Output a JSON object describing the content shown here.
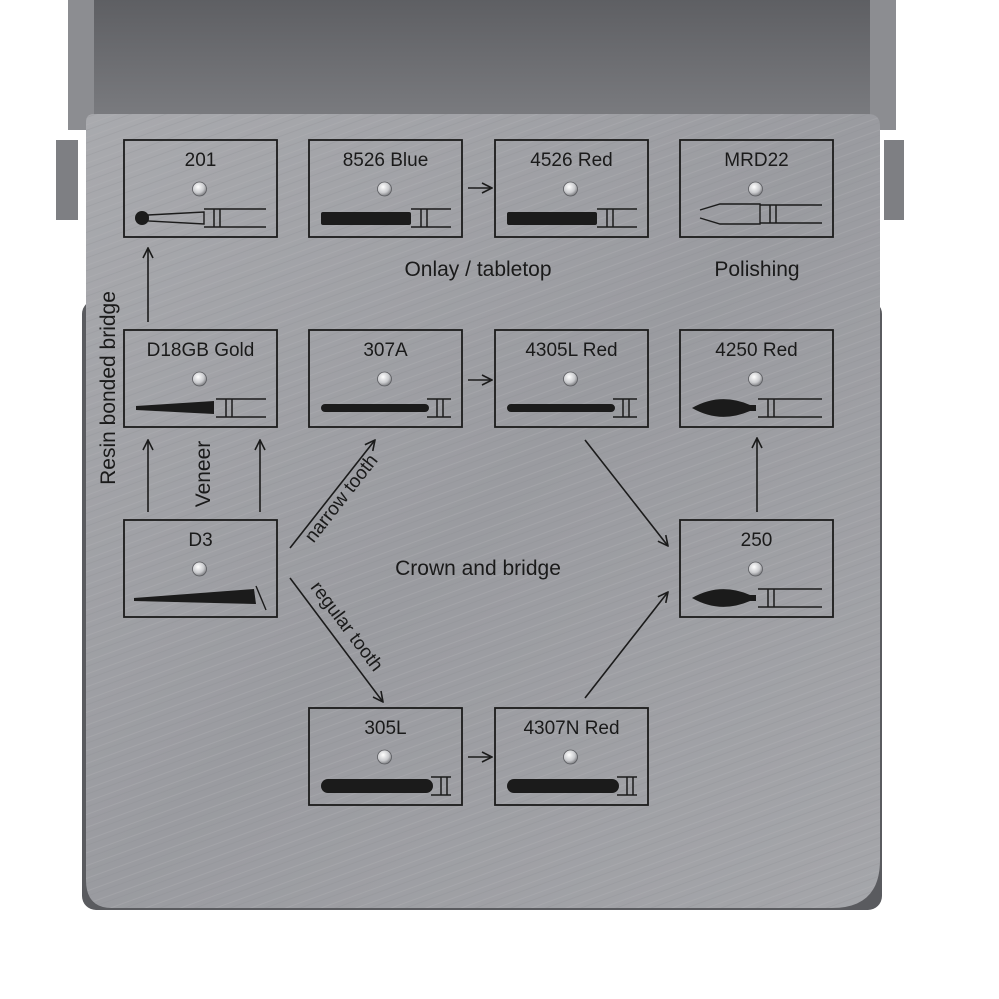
{
  "colors": {
    "plate": "#9a9ba0",
    "plate_dark": "#7d7e82",
    "box_inside": "#6b6c70",
    "box_wall": "#8a8b8f",
    "engraving": "#1b1b1b"
  },
  "boxes": [
    {
      "id": "201",
      "label": "201",
      "icon": "ball-bur-icon"
    },
    {
      "id": "8526",
      "label": "8526 Blue",
      "icon": "cylinder-bur-icon"
    },
    {
      "id": "4526",
      "label": "4526 Red",
      "icon": "cylinder-bur-icon"
    },
    {
      "id": "MRD22",
      "label": "MRD22",
      "icon": "polishing-disc-icon"
    },
    {
      "id": "D18GB",
      "label": "D18GB Gold",
      "icon": "tapered-bur-icon"
    },
    {
      "id": "307A",
      "label": "307A",
      "icon": "thin-cylinder-bur-icon"
    },
    {
      "id": "4305L",
      "label": "4305L Red",
      "icon": "thin-cylinder-bur-icon"
    },
    {
      "id": "4250",
      "label": "4250 Red",
      "icon": "flame-bur-icon"
    },
    {
      "id": "D3",
      "label": "D3",
      "icon": "long-tapered-bur-icon"
    },
    {
      "id": "250",
      "label": "250",
      "icon": "flame-bur-icon"
    },
    {
      "id": "305L",
      "label": "305L",
      "icon": "rounded-cylinder-bur-icon"
    },
    {
      "id": "4307N",
      "label": "4307N Red",
      "icon": "rounded-cylinder-bur-icon"
    }
  ],
  "section_labels": {
    "onlay": "Onlay / tabletop",
    "polishing": "Polishing",
    "resin": "Resin bonded bridge",
    "veneer": "Veneer",
    "crown": "Crown and bridge",
    "narrow": "narrow tooth",
    "regular": "regular tooth"
  }
}
